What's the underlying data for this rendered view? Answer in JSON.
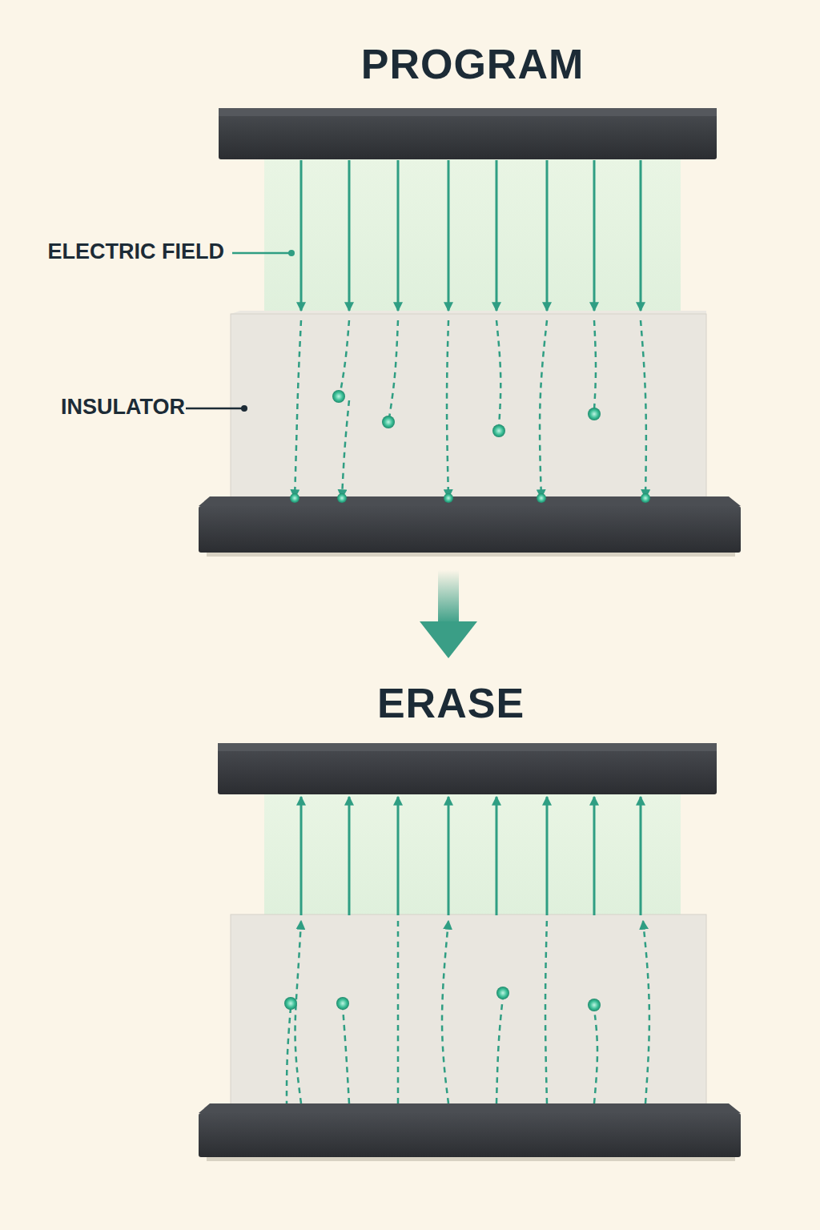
{
  "diagram": {
    "labels": [
      "PROGRAM",
      "ELECTRIC FIELD",
      "INSULATOR",
      "ERASE"
    ]
  }
}
